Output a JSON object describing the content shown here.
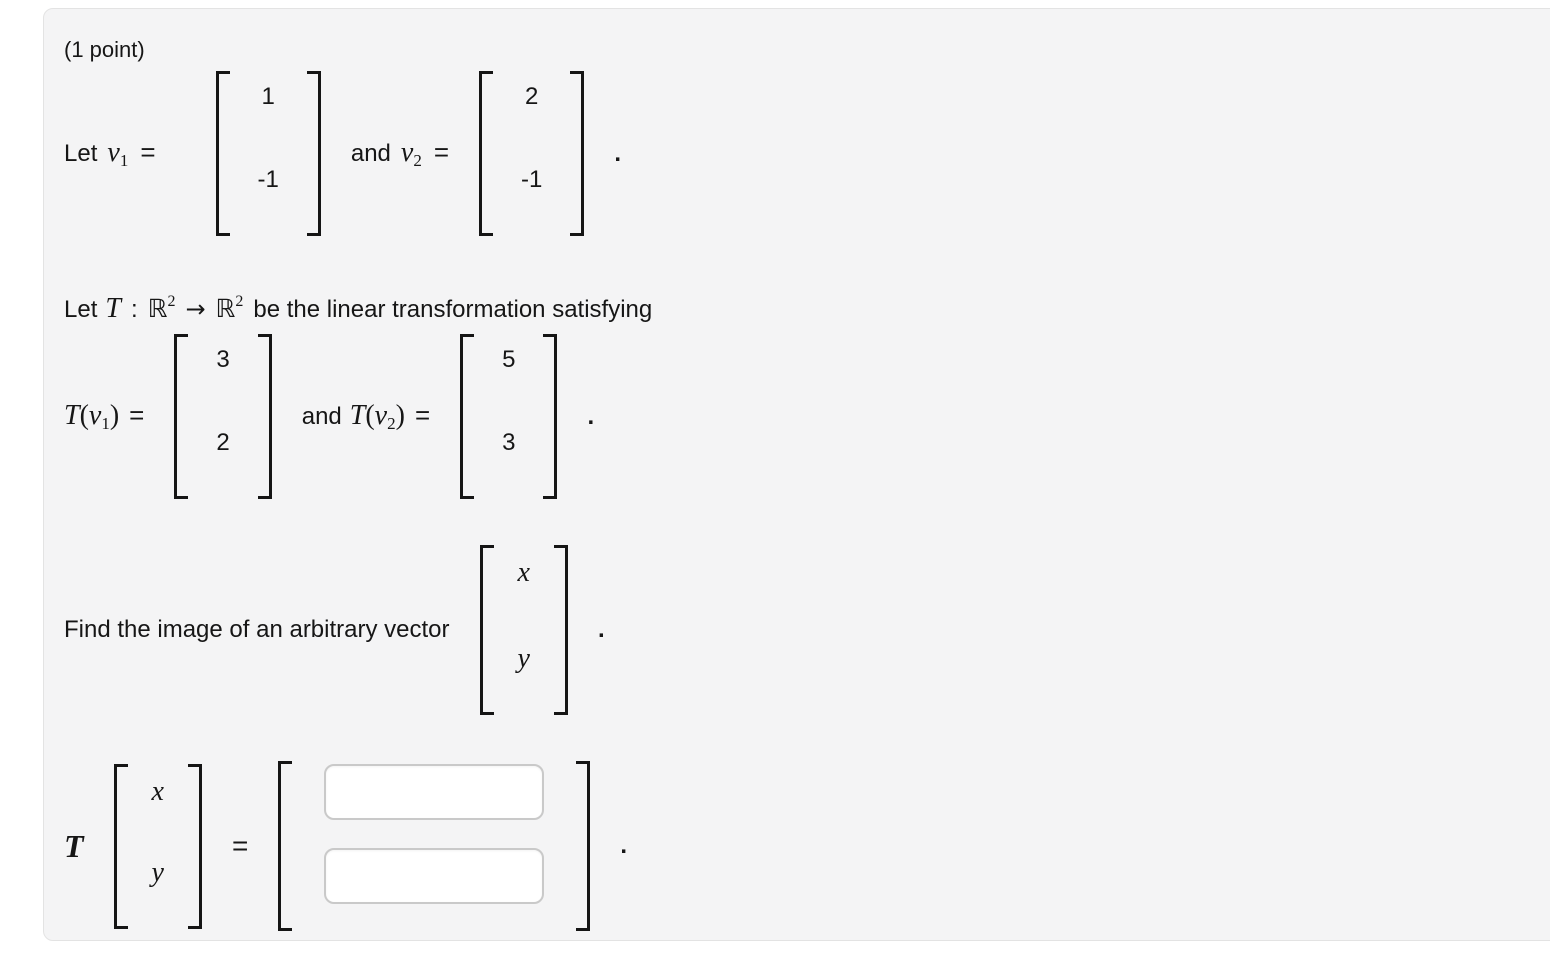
{
  "page": {
    "points_label": "(1 point)"
  },
  "definition_row": {
    "let_label": "Let",
    "v_symbol": "v",
    "v1_subscript": "1",
    "v2_subscript": "2",
    "equals": "=",
    "and_label": "and",
    "v1_entries": [
      "1",
      "-1"
    ],
    "v2_entries": [
      "2",
      "-1"
    ],
    "period": "."
  },
  "transformation_line": {
    "let_label": "Let",
    "T_symbol": "T",
    "colon": ":",
    "reals_symbol": "ℝ",
    "domain_exponent": "2",
    "arrow": "→",
    "codomain_exponent": "2",
    "text": "be the linear transformation satisfying"
  },
  "transformation_row": {
    "T_symbol": "T",
    "open_paren": "(",
    "v_symbol": "v",
    "v1_subscript": "1",
    "v2_subscript": "2",
    "close_paren": ")",
    "equals": "=",
    "and_label": "and",
    "Tv1_entries": [
      "3",
      "2"
    ],
    "Tv2_entries": [
      "5",
      "3"
    ],
    "period": "."
  },
  "find_row": {
    "text": "Find the image of an arbitrary vector",
    "vector_entries": [
      "x",
      "y"
    ],
    "period": "."
  },
  "answer_row": {
    "T_symbol": "T",
    "vector_entries": [
      "x",
      "y"
    ],
    "equals": "=",
    "inputs": [
      {
        "value": ""
      },
      {
        "value": ""
      }
    ],
    "period": "."
  },
  "colors": {
    "panel_background": "#f4f4f5",
    "panel_border": "#e3e3e3",
    "text": "#161616",
    "input_border": "#c9c9c9",
    "input_background": "#ffffff"
  }
}
